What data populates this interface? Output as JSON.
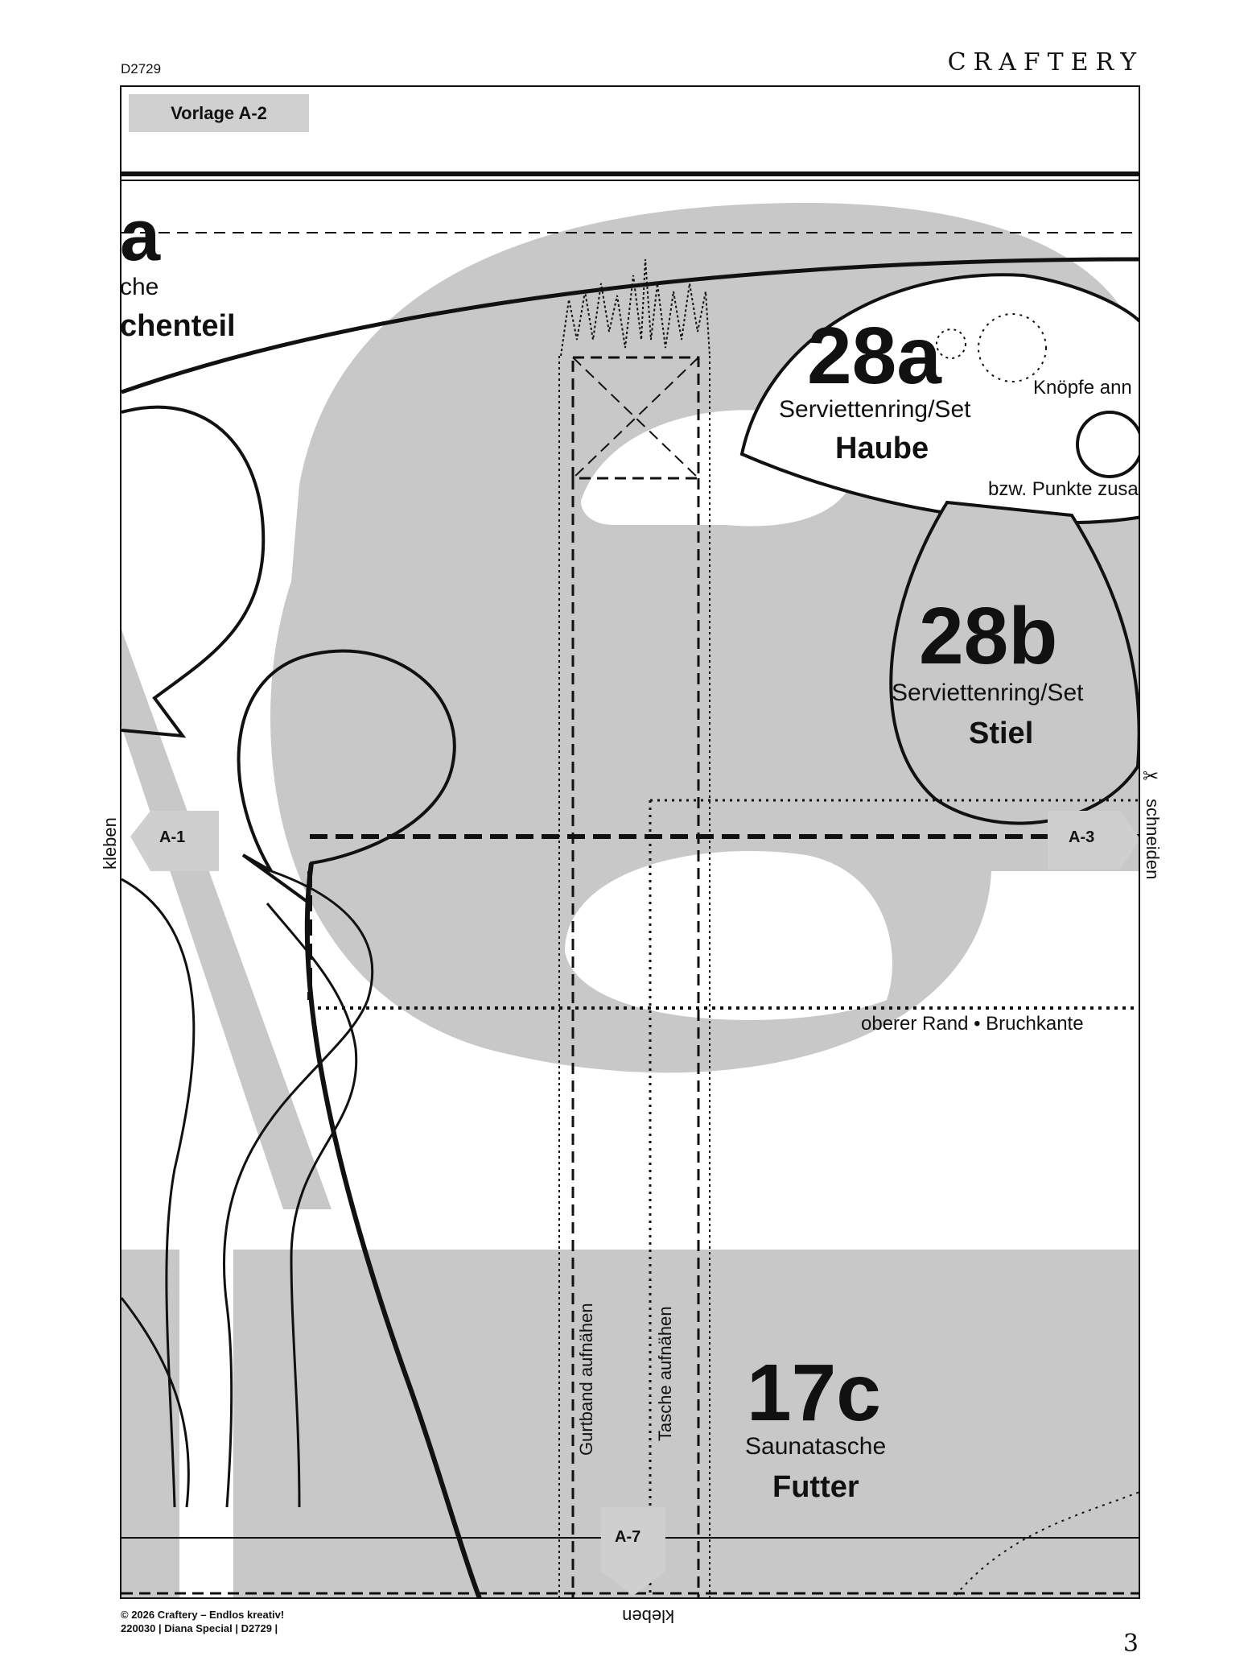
{
  "header": {
    "code": "D2729",
    "brand": "CRAFTERY"
  },
  "template_label": "Vorlage A-2",
  "pieces": {
    "left_partial": {
      "number_fragment": "a",
      "subtitle_fragment": "che",
      "name_fragment": "chenteil"
    },
    "p28a": {
      "number": "28a",
      "subtitle": "Serviettenring/Set",
      "name": "Haube"
    },
    "p28b": {
      "number": "28b",
      "subtitle": "Serviettenring/Set",
      "name": "Stiel"
    },
    "p17c": {
      "number": "17c",
      "subtitle": "Saunatasche",
      "name": "Futter"
    }
  },
  "annotations": {
    "buttons": "Knöpfe ann",
    "points": "bzw. Punkte zusa",
    "fold": "oberer Rand • Bruchkante",
    "strap": "Gurtband aufnähen",
    "pocket": "Tasche  aufnähen",
    "glue_left": "kleben",
    "glue_bottom": "kleben",
    "cut": "schneiden"
  },
  "connectors": {
    "left": "A-1",
    "right": "A-3",
    "bottom": "A-7"
  },
  "footer": {
    "copyright": "© 2026 Craftery – Endlos kreativ!",
    "info": "220030 | Diana Special | D2729 |",
    "page_number": "3"
  },
  "colors": {
    "background_letter": "#c8c8c8",
    "tab": "#cfcfcf",
    "line": "#111111"
  }
}
